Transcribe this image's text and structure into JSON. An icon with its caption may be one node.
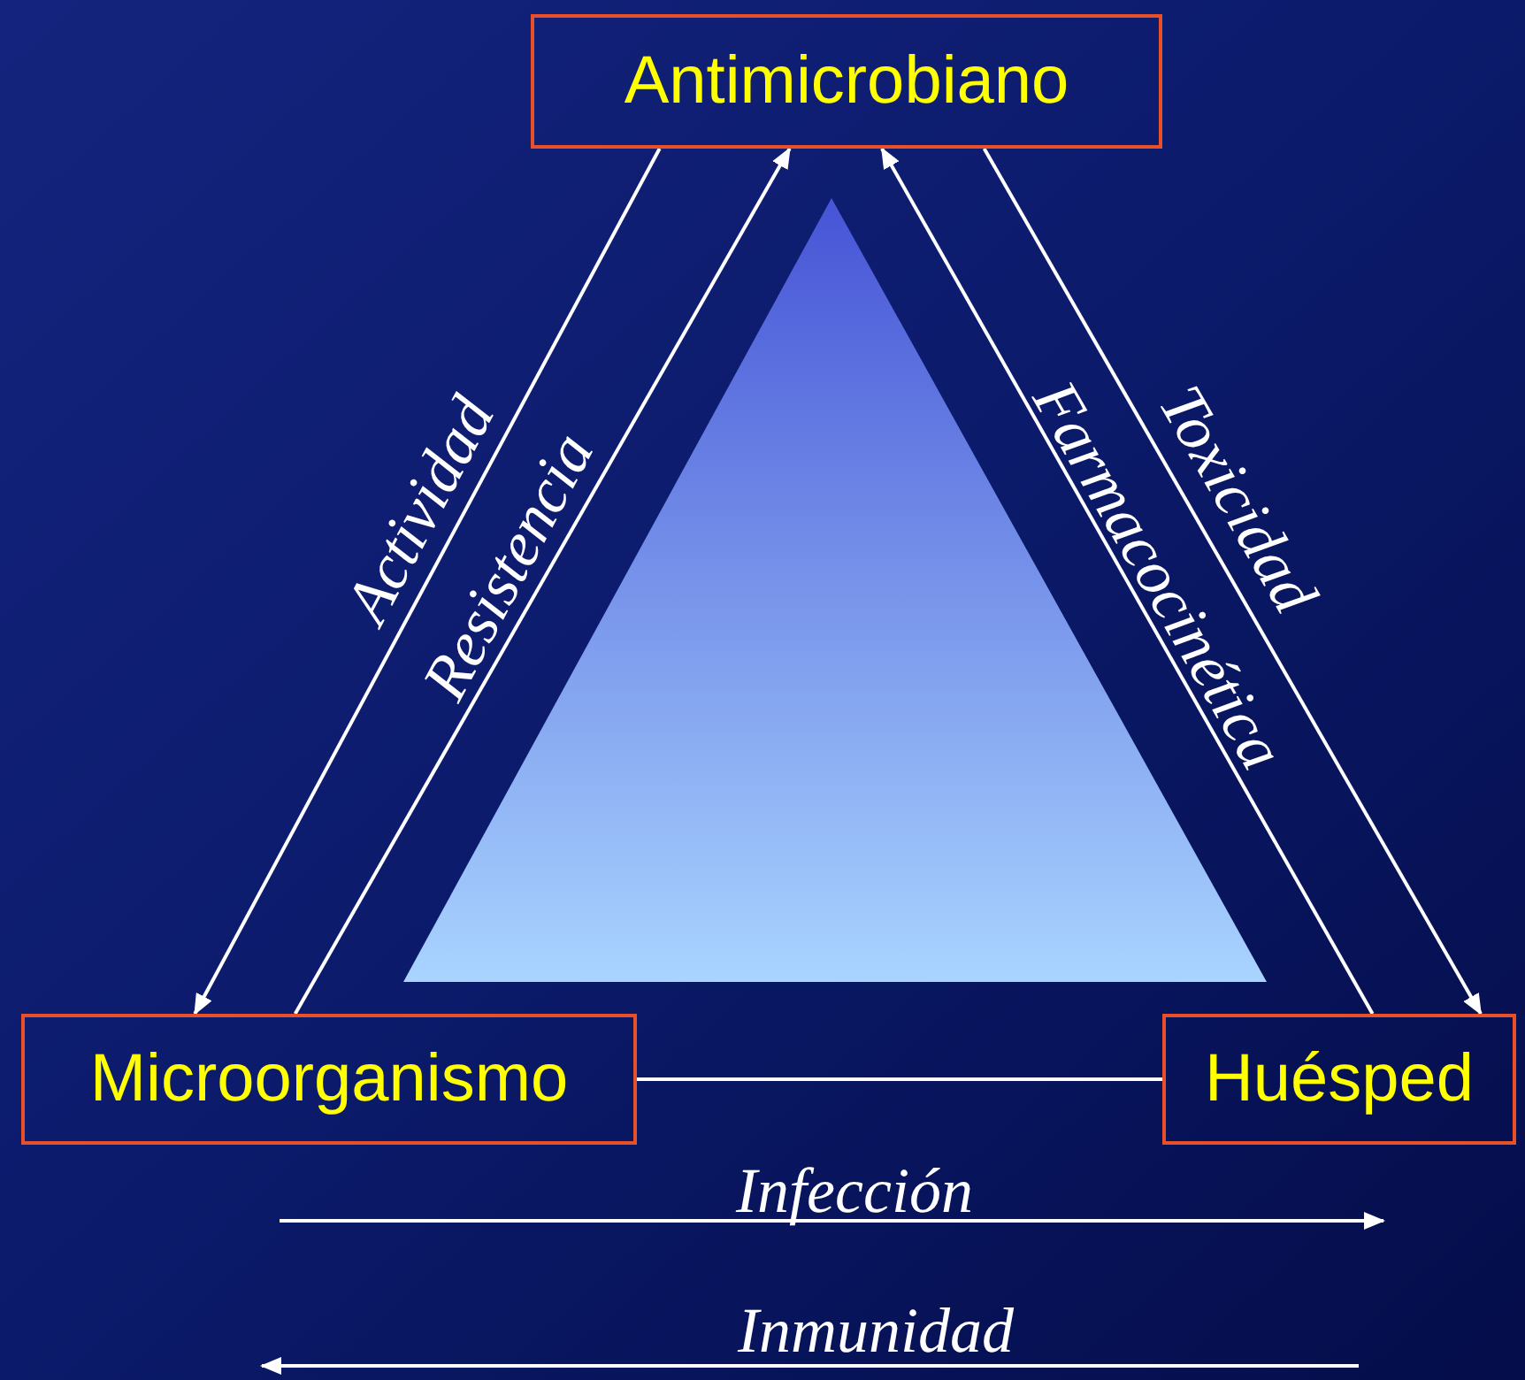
{
  "diagram": {
    "nodes": [
      {
        "text": [
          "Antimicrobiano"
        ]
      },
      {
        "text": [
          "Microorganismo"
        ]
      },
      {
        "text": [
          "Huésped"
        ]
      }
    ],
    "edges": [
      {
        "from": 0,
        "to": 1,
        "arrow": "to",
        "label": "Actividad"
      },
      {
        "from": 1,
        "to": 0,
        "arrow": "to",
        "label": "Resistencia"
      },
      {
        "from": 0,
        "to": 2,
        "arrow": "to",
        "label": "Toxicidad"
      },
      {
        "from": 2,
        "to": 0,
        "arrow": "to",
        "label": "Farmacocinética"
      },
      {
        "from": 1,
        "to": 2,
        "arrow": "none"
      }
    ],
    "labels": [
      "Infección",
      "Inmunidad"
    ]
  }
}
